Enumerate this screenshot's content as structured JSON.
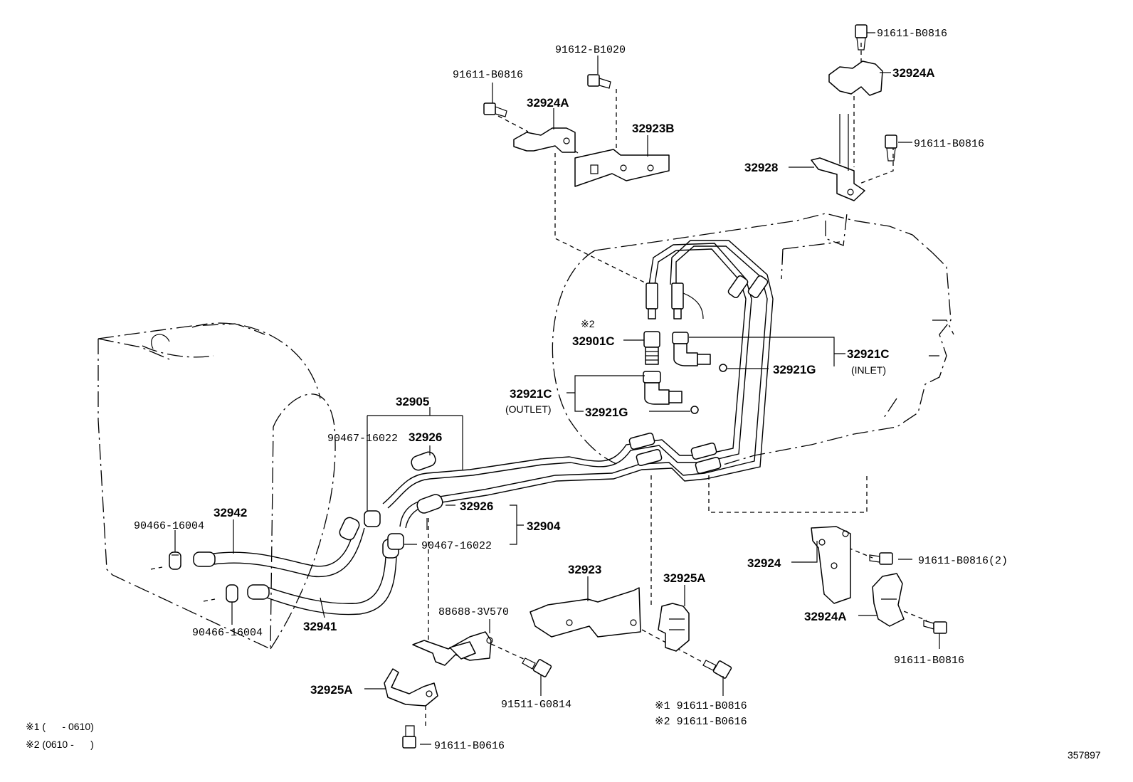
{
  "diagram_id": "357897",
  "notes": {
    "note1": "※1 (      - 0610)",
    "note2": "※2 (0610 -      )"
  },
  "labels": {
    "p91611_B0816_tr": "91611-B0816",
    "p32924A_tr": "32924A",
    "p91612_B1020": "91612-B1020",
    "p91611_B0816_tl": "91611-B0816",
    "p32924A_tl": "32924A",
    "p32923B": "32923B",
    "p91611_B0816_r2": "91611-B0816",
    "p32928": "32928",
    "ref2_mark": "※2",
    "p32901C": "32901C",
    "p32921C_in": "32921C",
    "inlet": "(INLET)",
    "p32921G_in": "32921G",
    "p32921C_out": "32921C",
    "outlet": "(OUTLET)",
    "p32921G_out": "32921G",
    "p32905": "32905",
    "p90467_16022_top": "90467-16022",
    "p32926_top": "32926",
    "p32942": "32942",
    "p90466_16004_top": "90466-16004",
    "p32926_bot": "32926",
    "p32904": "32904",
    "p90467_16022_bot": "90467-16022",
    "p32941": "32941",
    "p90466_16004_bot": "90466-16004",
    "p88688_3V570": "88688-3V570",
    "p32923": "32923",
    "p32925A_mid": "32925A",
    "p32924": "32924",
    "p91611_B0816_2": "91611-B0816(2)",
    "p32924A_br": "32924A",
    "p91611_B0816_br": "91611-B0816",
    "p32925A_bl": "32925A",
    "p91511_G0814": "91511-G0814",
    "p91611_B0816_ref1": "※1 91611-B0816",
    "p91611_B0616_ref2": "※2 91611-B0616",
    "p91611_B0616_bot": "91611-B0616"
  }
}
